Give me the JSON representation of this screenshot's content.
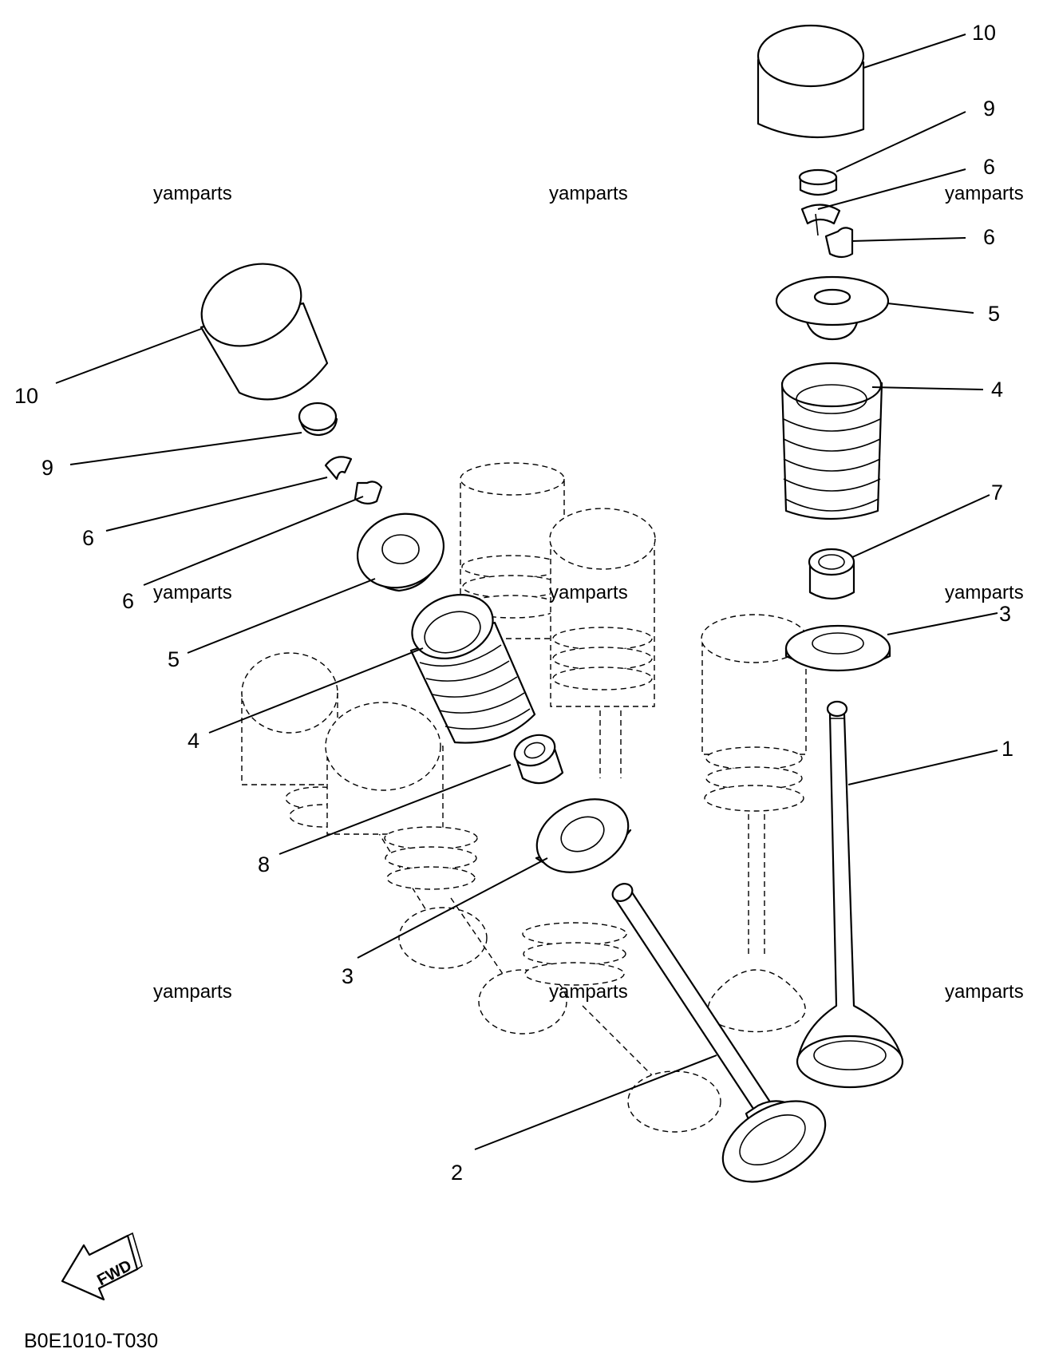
{
  "diagram": {
    "callouts": {
      "r10": "10",
      "r9": "9",
      "r6a": "6",
      "r6b": "6",
      "r5": "5",
      "r4": "4",
      "r7": "7",
      "r3": "3",
      "r1": "1",
      "l10": "10",
      "l9": "9",
      "l6a": "6",
      "l6b": "6",
      "l5": "5",
      "l4": "4",
      "l8": "8",
      "l3": "3",
      "l2": "2"
    },
    "watermarks": [
      "yamparts",
      "yamparts",
      "yamparts",
      "yamparts",
      "yamparts",
      "yamparts",
      "yamparts",
      "yamparts",
      "yamparts"
    ],
    "fwd_label": "FWD",
    "drawing_code": "B0E1010-T030"
  }
}
